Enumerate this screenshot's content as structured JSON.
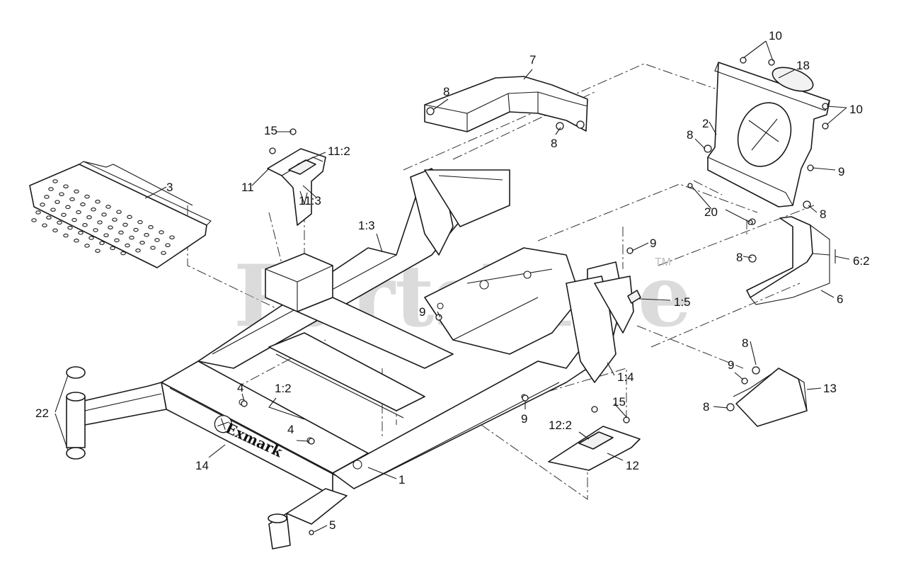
{
  "watermark": {
    "text": "PartsTree",
    "tm": "TM"
  },
  "logo": {
    "text": "Exmark"
  },
  "callouts": [
    {
      "id": "c-10a",
      "text": "10"
    },
    {
      "id": "c-18",
      "text": "18"
    },
    {
      "id": "c-10b",
      "text": "10"
    },
    {
      "id": "c-7",
      "text": "7"
    },
    {
      "id": "c-8a",
      "text": "8"
    },
    {
      "id": "c-8b",
      "text": "8"
    },
    {
      "id": "c-2",
      "text": "2"
    },
    {
      "id": "c-8c",
      "text": "8"
    },
    {
      "id": "c-9a",
      "text": "9"
    },
    {
      "id": "c-15a",
      "text": "15"
    },
    {
      "id": "c-11-2",
      "text": "11:2"
    },
    {
      "id": "c-11",
      "text": "11"
    },
    {
      "id": "c-11-3",
      "text": "11:3"
    },
    {
      "id": "c-3",
      "text": "3"
    },
    {
      "id": "c-1-3",
      "text": "1:3"
    },
    {
      "id": "c-20",
      "text": "20"
    },
    {
      "id": "c-8d",
      "text": "8"
    },
    {
      "id": "c-9b",
      "text": "9"
    },
    {
      "id": "c-8e",
      "text": "8"
    },
    {
      "id": "c-6-2",
      "text": "6:2"
    },
    {
      "id": "c-6",
      "text": "6"
    },
    {
      "id": "c-9c",
      "text": "9"
    },
    {
      "id": "c-1-5",
      "text": "1:5"
    },
    {
      "id": "c-8f",
      "text": "8"
    },
    {
      "id": "c-1-4",
      "text": "1:4"
    },
    {
      "id": "c-9d",
      "text": "9"
    },
    {
      "id": "c-13",
      "text": "13"
    },
    {
      "id": "c-8g",
      "text": "8"
    },
    {
      "id": "c-22",
      "text": "22"
    },
    {
      "id": "c-4a",
      "text": "4"
    },
    {
      "id": "c-1-2",
      "text": "1:2"
    },
    {
      "id": "c-4b",
      "text": "4"
    },
    {
      "id": "c-14",
      "text": "14"
    },
    {
      "id": "c-9e",
      "text": "9"
    },
    {
      "id": "c-15b",
      "text": "15"
    },
    {
      "id": "c-12-2",
      "text": "12:2"
    },
    {
      "id": "c-12",
      "text": "12"
    },
    {
      "id": "c-1",
      "text": "1"
    },
    {
      "id": "c-5",
      "text": "5"
    }
  ]
}
